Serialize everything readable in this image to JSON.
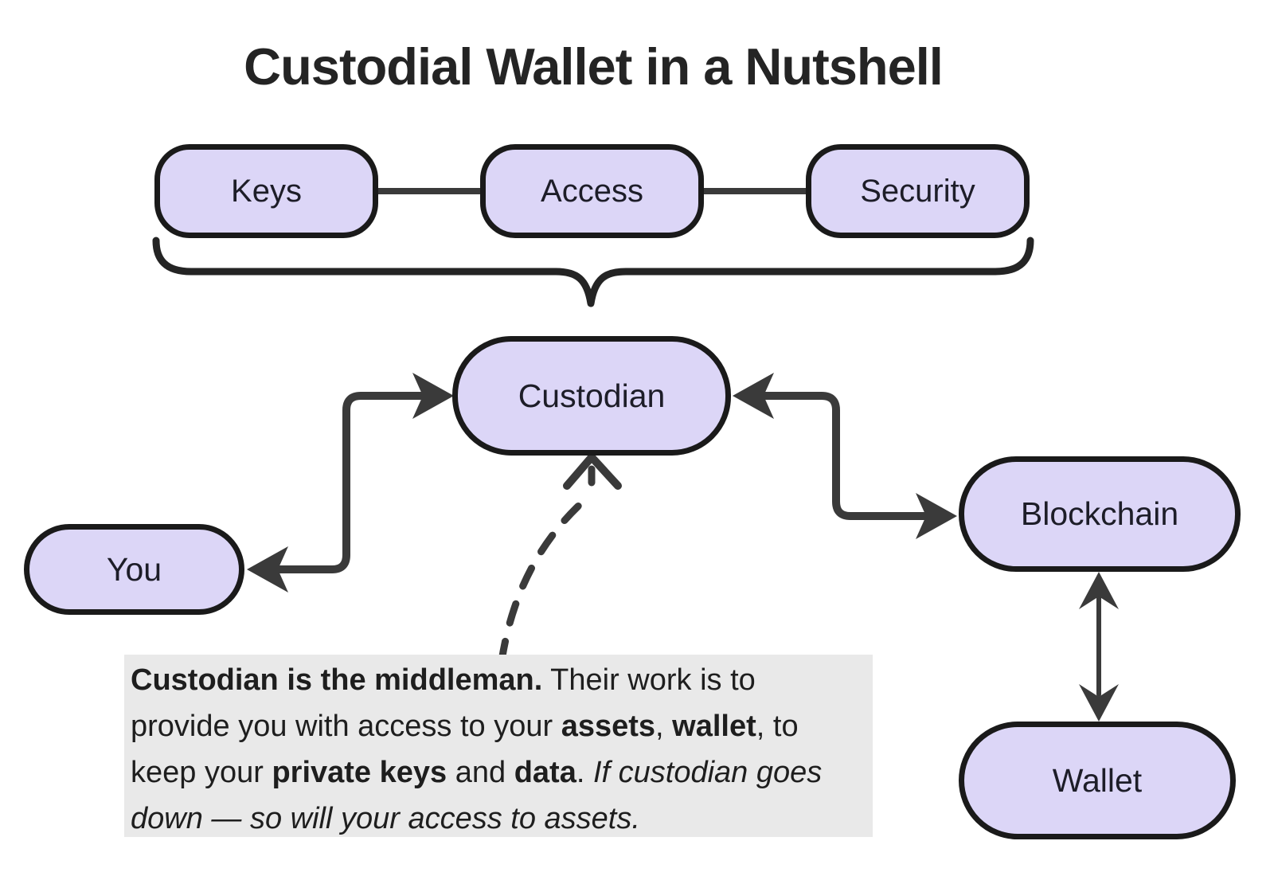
{
  "title": "Custodial Wallet in a Nutshell",
  "nodes": {
    "keys": "Keys",
    "access": "Access",
    "security": "Security",
    "custodian": "Custodian",
    "you": "You",
    "blockchain": "Blockchain",
    "wallet": "Wallet"
  },
  "note": {
    "lead_bold": "Custodian is the middleman.",
    "t1": " Their work is to provide you with access to your ",
    "b1": "assets",
    "t2": ", ",
    "b2": "wallet",
    "t3": ", to keep your ",
    "b3": "private keys",
    "t4": " and ",
    "b4": "data",
    "t5": ". ",
    "i1": "If custodian goes down — so will your access to assets."
  },
  "colors": {
    "node_fill": "#dcd6f7",
    "node_border": "#1a1a1a",
    "edge": "#3a3a3a",
    "brace": "#242424",
    "note_bg": "#e9e9e9",
    "ink": "#1e1e1e"
  }
}
